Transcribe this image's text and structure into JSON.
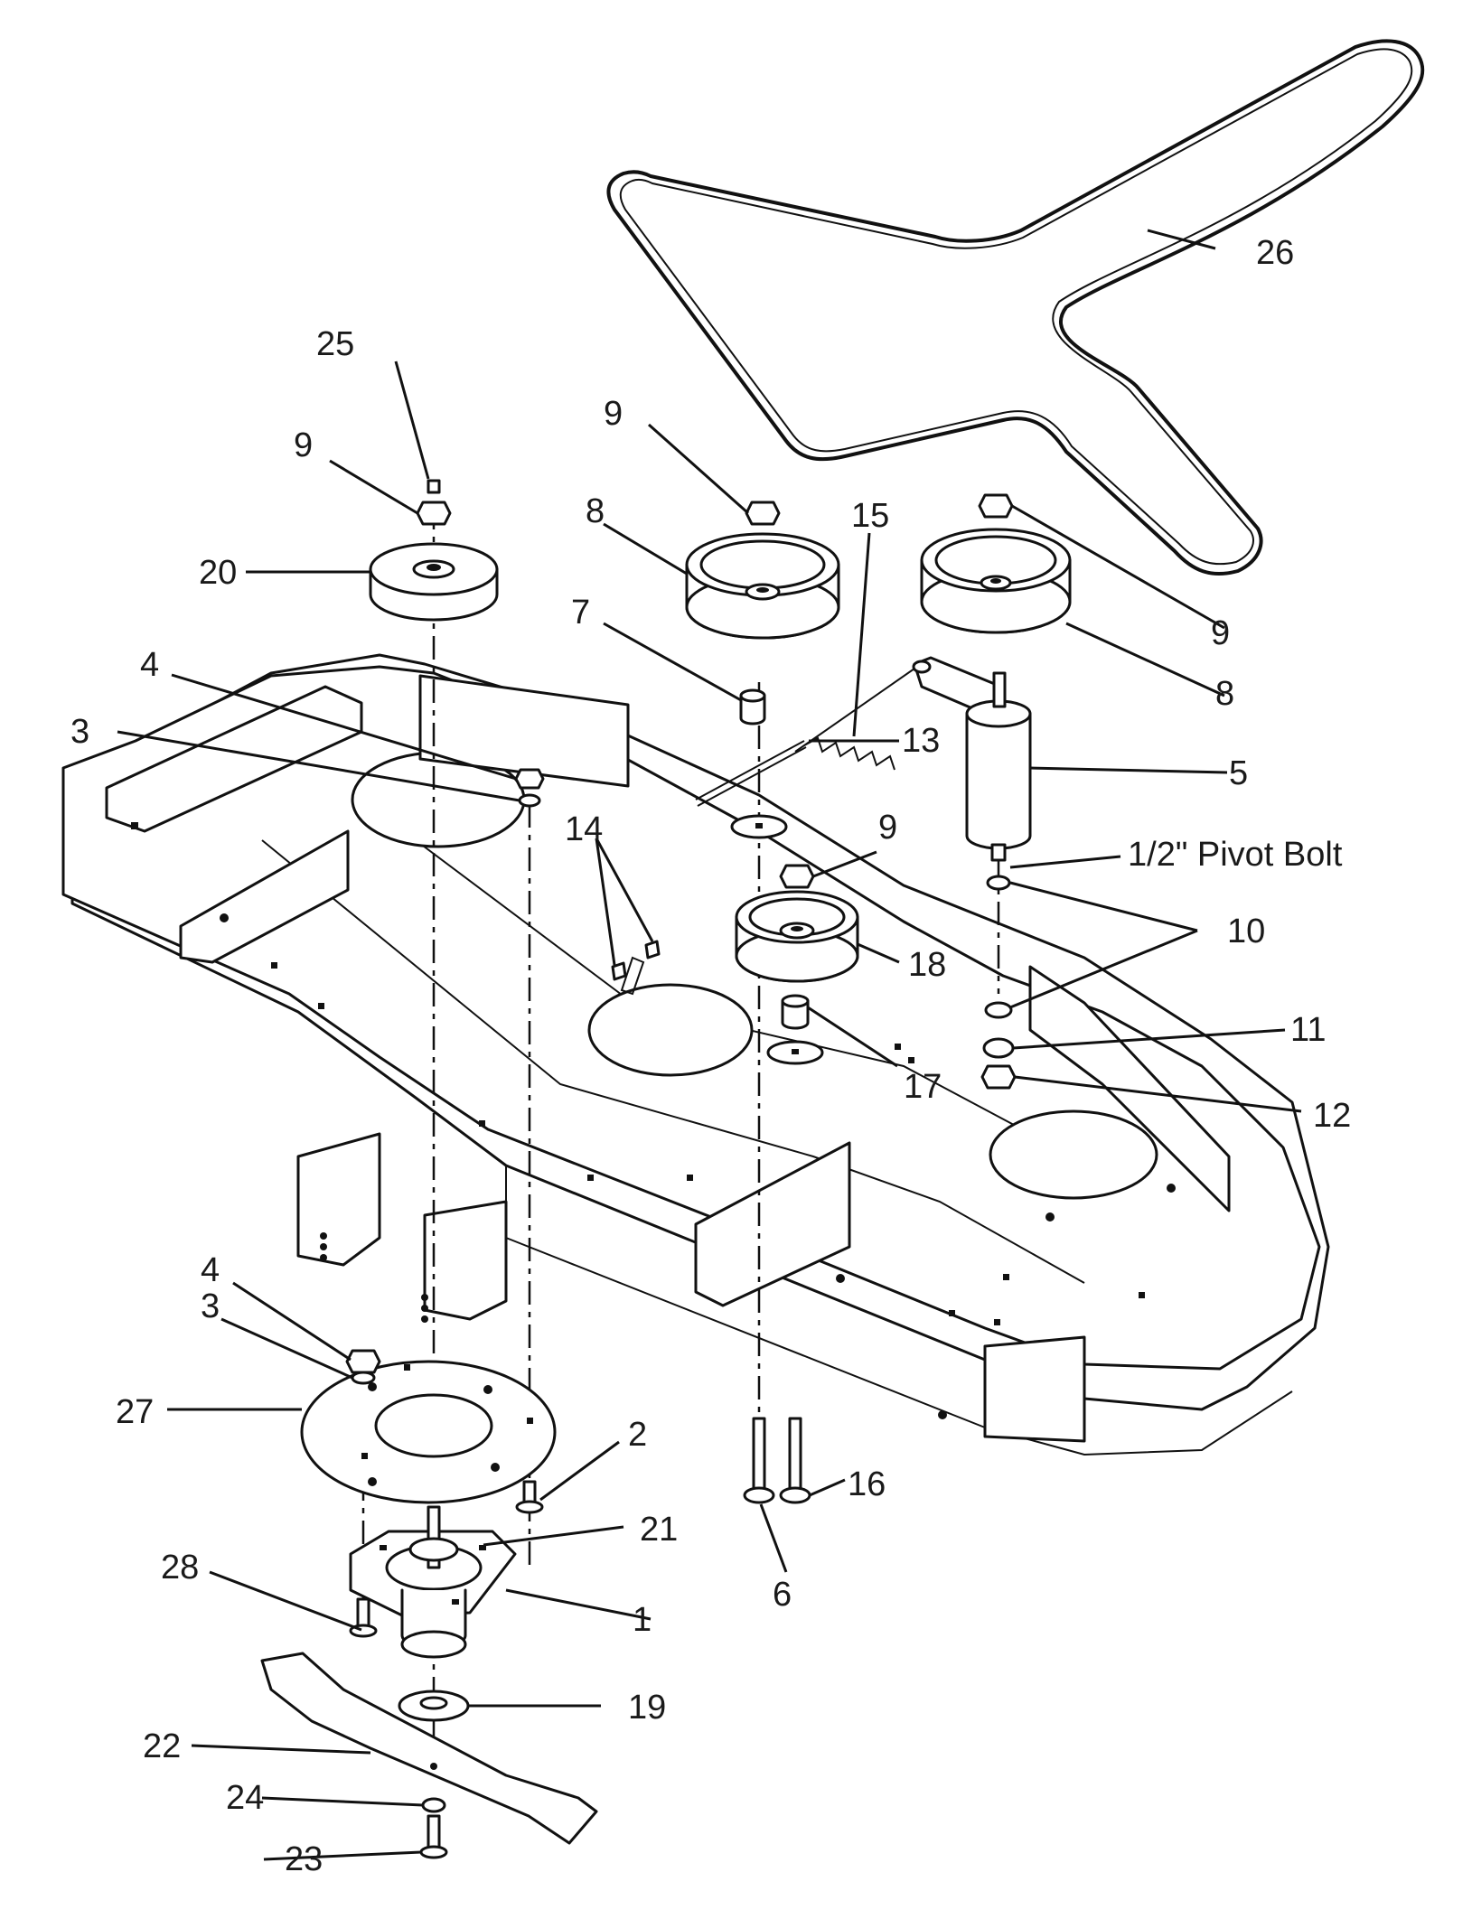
{
  "diagram": {
    "callouts": [
      {
        "id": "c1",
        "label": "1"
      },
      {
        "id": "c2",
        "label": "2"
      },
      {
        "id": "c3a",
        "label": "3"
      },
      {
        "id": "c3b",
        "label": "3"
      },
      {
        "id": "c4a",
        "label": "4"
      },
      {
        "id": "c4b",
        "label": "4"
      },
      {
        "id": "c5",
        "label": "5"
      },
      {
        "id": "c6",
        "label": "6"
      },
      {
        "id": "c7",
        "label": "7"
      },
      {
        "id": "c8a",
        "label": "8"
      },
      {
        "id": "c8b",
        "label": "8"
      },
      {
        "id": "c9a",
        "label": "9"
      },
      {
        "id": "c9b",
        "label": "9"
      },
      {
        "id": "c9c",
        "label": "9"
      },
      {
        "id": "c9d",
        "label": "9"
      },
      {
        "id": "c10",
        "label": "10"
      },
      {
        "id": "c11",
        "label": "11"
      },
      {
        "id": "c12",
        "label": "12"
      },
      {
        "id": "c13",
        "label": "13"
      },
      {
        "id": "c14",
        "label": "14"
      },
      {
        "id": "c15",
        "label": "15"
      },
      {
        "id": "c16",
        "label": "16"
      },
      {
        "id": "c17",
        "label": "17"
      },
      {
        "id": "c18",
        "label": "18"
      },
      {
        "id": "c19",
        "label": "19"
      },
      {
        "id": "c20",
        "label": "20"
      },
      {
        "id": "c21",
        "label": "21"
      },
      {
        "id": "c22",
        "label": "22"
      },
      {
        "id": "c23",
        "label": "23"
      },
      {
        "id": "c24",
        "label": "24"
      },
      {
        "id": "c25",
        "label": "25"
      },
      {
        "id": "c26",
        "label": "26"
      },
      {
        "id": "c27",
        "label": "27"
      },
      {
        "id": "c28",
        "label": "28"
      }
    ],
    "notes": {
      "pivot_bolt": "1/2\" Pivot Bolt"
    }
  }
}
